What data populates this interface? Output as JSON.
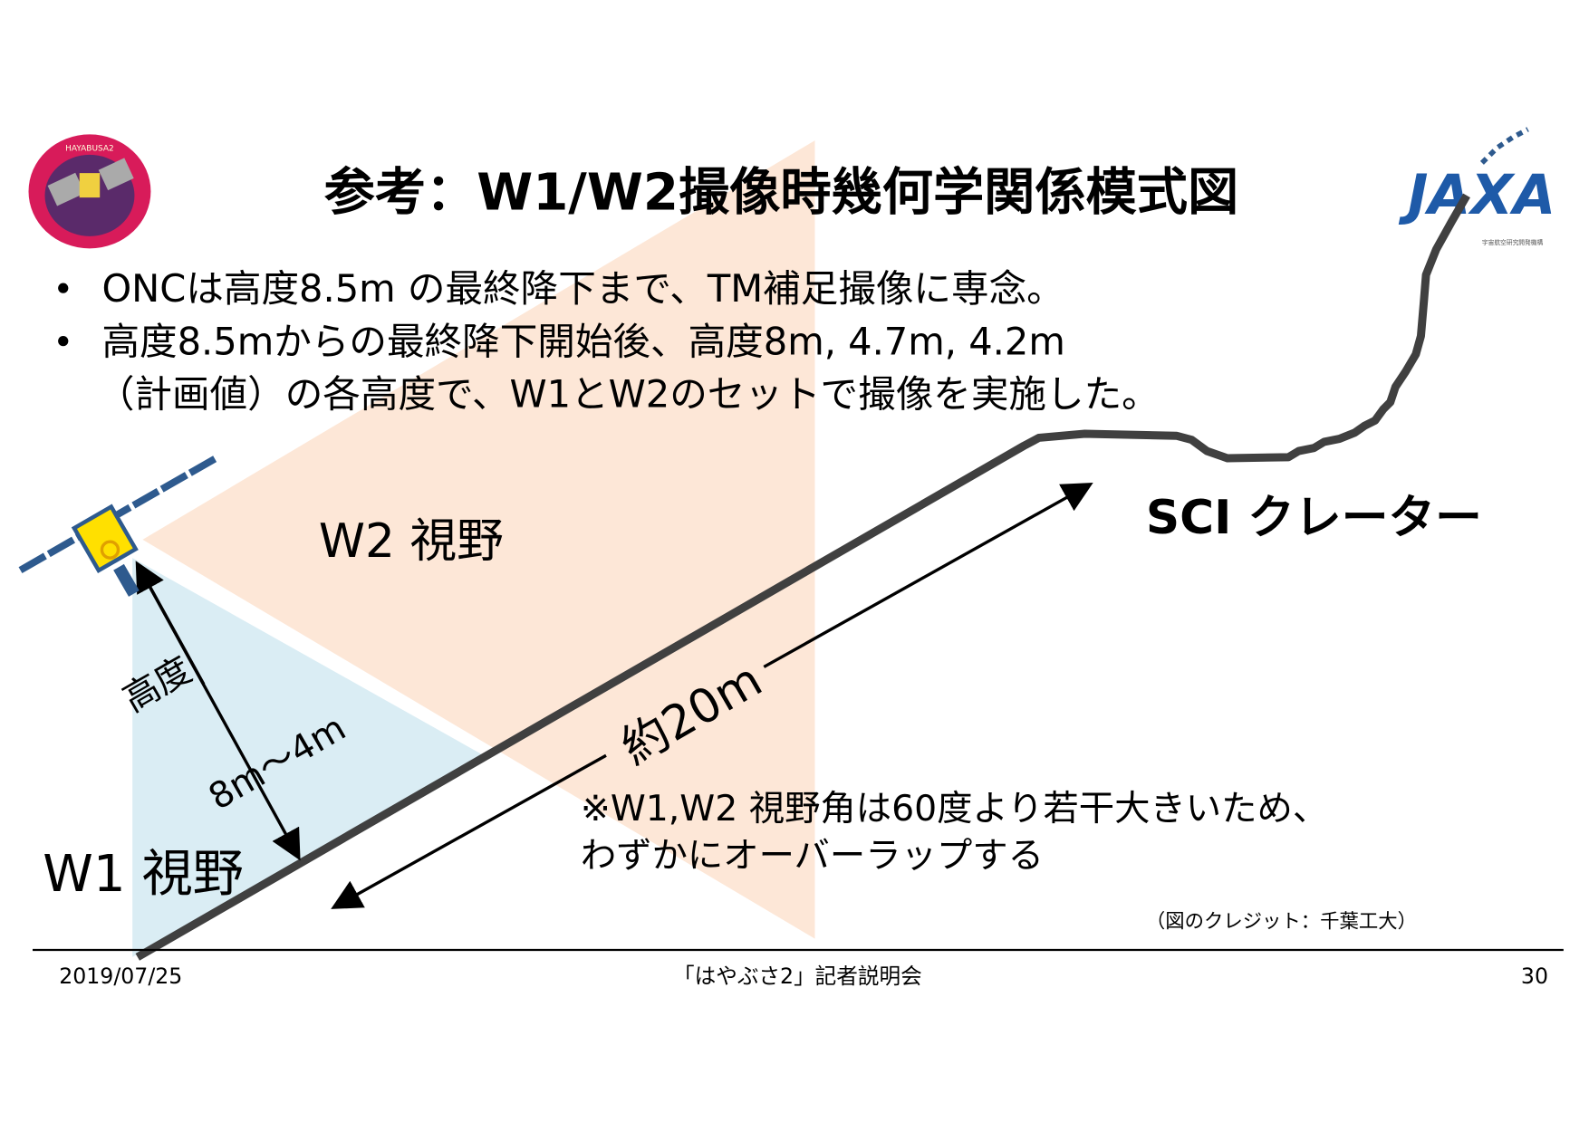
{
  "slide": {
    "title": "参考：W1/W2撮像時幾何学関係模式図",
    "bullets": [
      "ONCは高度8.5m の最終降下まで、TM補足撮像に専念。",
      "高度8.5mからの最終降下開始後、高度8m, 4.7m, 4.2m",
      "（計画値）の各高度で、W1とW2のセットで撮像を実施した。"
    ],
    "logos": {
      "mission_patch": "HAYABUSA2",
      "agency": "JAXA",
      "agency_subtitle": "宇宙航空研究開発機構"
    }
  },
  "diagram": {
    "w2_label": "W2 視野",
    "w1_label": "W1 視野",
    "crater_label": "SCI クレーター",
    "altitude_label": "高度",
    "altitude_range": "8m～4m",
    "distance_label": "約20m",
    "note_line1": "※W1,W2 視野角は60度より若干大きいため、",
    "note_line2": "わずかにオーバーラップする",
    "credit": "（図のクレジット：千葉工大）",
    "colors": {
      "w2_fov": "#fde7d7",
      "w1_fov": "#daedf4",
      "terrain": "#404040",
      "spacecraft": "#ffe000",
      "patch": "#d81b5a",
      "jaxa": "#1e5aa8"
    }
  },
  "footer": {
    "date": "2019/07/25",
    "event": "「はやぶさ2」記者説明会",
    "page": "30"
  }
}
